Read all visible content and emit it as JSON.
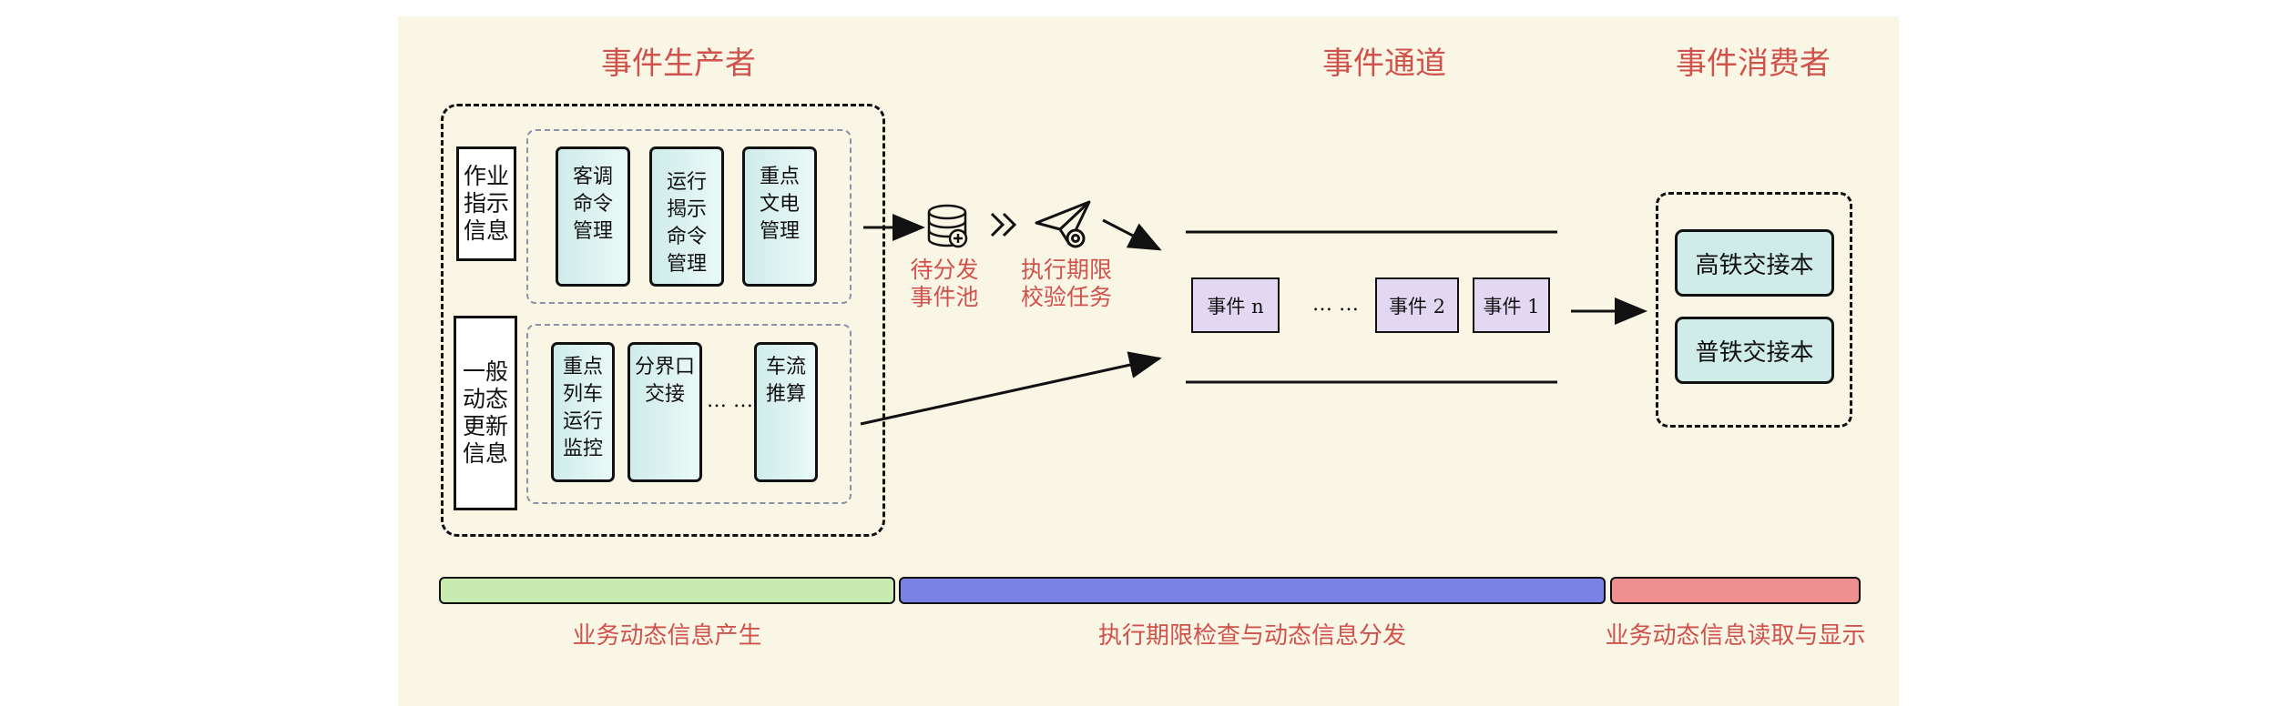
{
  "titles": {
    "producer": "事件生产者",
    "channel": "事件通道",
    "consumer": "事件消费者"
  },
  "producer": {
    "group1_label": [
      "作业",
      "指示",
      "信息"
    ],
    "group1_modules": [
      [
        "客调",
        "命令",
        "管理"
      ],
      [
        "运行",
        "揭示",
        "命令",
        "管理"
      ],
      [
        "重点",
        "文电",
        "管理"
      ]
    ],
    "group2_label": [
      "一般",
      "动态",
      "更新",
      "信息"
    ],
    "group2_modules": [
      [
        "重点",
        "列车",
        "运行",
        "监控"
      ],
      [
        "分界口",
        "交接"
      ],
      [
        "车流",
        "推算"
      ]
    ],
    "group2_ellipsis": "… …"
  },
  "pipeline": {
    "pool_label": [
      "待分发",
      "事件池"
    ],
    "task_label": [
      "执行期限",
      "校验任务"
    ]
  },
  "channel": {
    "events": [
      "事件 n",
      "事件 2",
      "事件 1"
    ],
    "ellipsis": "… …"
  },
  "consumer": {
    "items": [
      "高铁交接本",
      "普铁交接本"
    ]
  },
  "phases": [
    {
      "label": "业务动态信息产生",
      "color": "#c7ebb0"
    },
    {
      "label": "执行期限检查与动态信息分发",
      "color": "#7a82e6"
    },
    {
      "label": "业务动态信息读取与显示",
      "color": "#ef8f8f"
    }
  ],
  "colors": {
    "accent_text": "#d0524c",
    "module_fill": "#cfece9",
    "event_fill": "#e3d8f2",
    "background": "#faf6e6"
  }
}
